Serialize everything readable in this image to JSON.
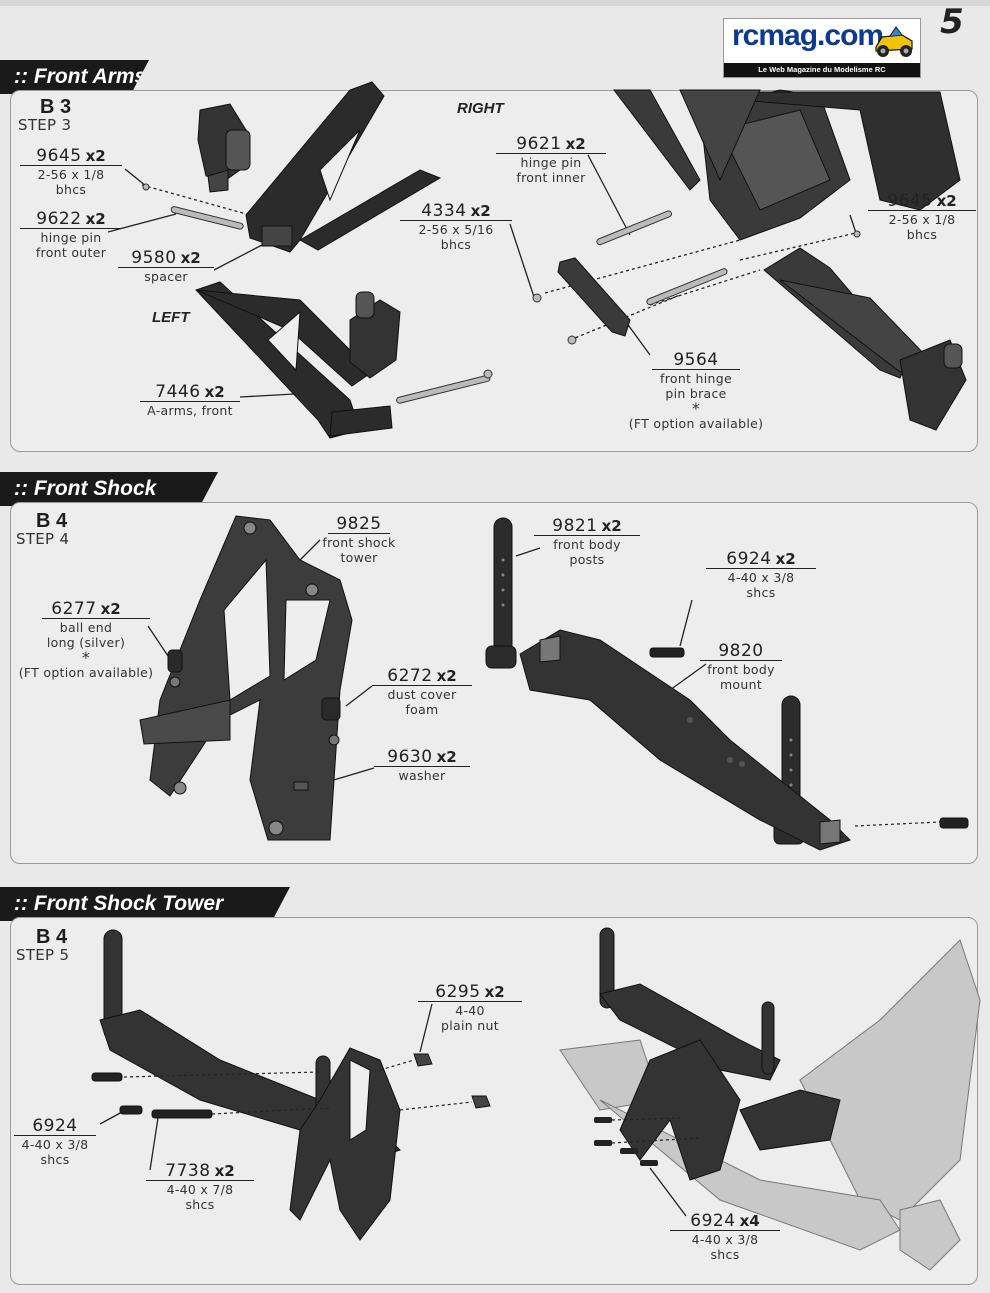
{
  "page": {
    "number": "5"
  },
  "logo": {
    "name": "rcmag.com",
    "tagline": "Le Web Magazine du Modelisme RC"
  },
  "sections": [
    {
      "title": ":: Front Arms",
      "step_code": "B 3",
      "step_label": "STEP 3",
      "side_labels": {
        "right": "RIGHT",
        "left": "LEFT"
      },
      "callouts": [
        {
          "part": "9645",
          "qty": "x2",
          "desc": [
            "2-56 x 1/8",
            "bhcs"
          ]
        },
        {
          "part": "9622",
          "qty": "x2",
          "desc": [
            "hinge pin",
            "front outer"
          ]
        },
        {
          "part": "9580",
          "qty": "x2",
          "desc": [
            "spacer"
          ]
        },
        {
          "part": "7446",
          "qty": "x2",
          "desc": [
            "A-arms, front"
          ]
        },
        {
          "part": "9621",
          "qty": "x2",
          "desc": [
            "hinge pin",
            "front inner"
          ]
        },
        {
          "part": "4334",
          "qty": "x2",
          "desc": [
            "2-56 x 5/16",
            "bhcs"
          ]
        },
        {
          "part": "9645",
          "qty": "x2",
          "desc": [
            "2-56 x 1/8",
            "bhcs"
          ]
        },
        {
          "part": "9564",
          "qty": "",
          "desc": [
            "front hinge",
            "pin brace",
            "*",
            "(FT option available)"
          ]
        }
      ]
    },
    {
      "title": ":: Front Shock Tower",
      "step_code": "B 4",
      "step_label": "STEP 4",
      "callouts": [
        {
          "part": "9825",
          "qty": "",
          "desc": [
            "front shock",
            "tower"
          ]
        },
        {
          "part": "6277",
          "qty": "x2",
          "desc": [
            "ball end",
            "long (silver)",
            "*",
            "(FT option available)"
          ]
        },
        {
          "part": "6272",
          "qty": "x2",
          "desc": [
            "dust cover",
            "foam"
          ]
        },
        {
          "part": "9630",
          "qty": "x2",
          "desc": [
            "washer"
          ]
        },
        {
          "part": "9821",
          "qty": "x2",
          "desc": [
            "front body",
            "posts"
          ]
        },
        {
          "part": "6924",
          "qty": "x2",
          "desc": [
            "4-40 x 3/8",
            "shcs"
          ]
        },
        {
          "part": "9820",
          "qty": "",
          "desc": [
            "front body",
            "mount"
          ]
        }
      ]
    },
    {
      "title": ":: Front Shock Tower (cont.)",
      "step_code": "B 4",
      "step_label": "STEP 5",
      "callouts": [
        {
          "part": "6295",
          "qty": "x2",
          "desc": [
            "4-40",
            "plain nut"
          ]
        },
        {
          "part": "6924",
          "qty": "",
          "desc": [
            "4-40 x 3/8",
            "shcs"
          ]
        },
        {
          "part": "7738",
          "qty": "x2",
          "desc": [
            "4-40 x 7/8",
            "shcs"
          ]
        },
        {
          "part": "6924",
          "qty": "x4",
          "desc": [
            "4-40 x 3/8",
            "shcs"
          ]
        }
      ]
    }
  ]
}
